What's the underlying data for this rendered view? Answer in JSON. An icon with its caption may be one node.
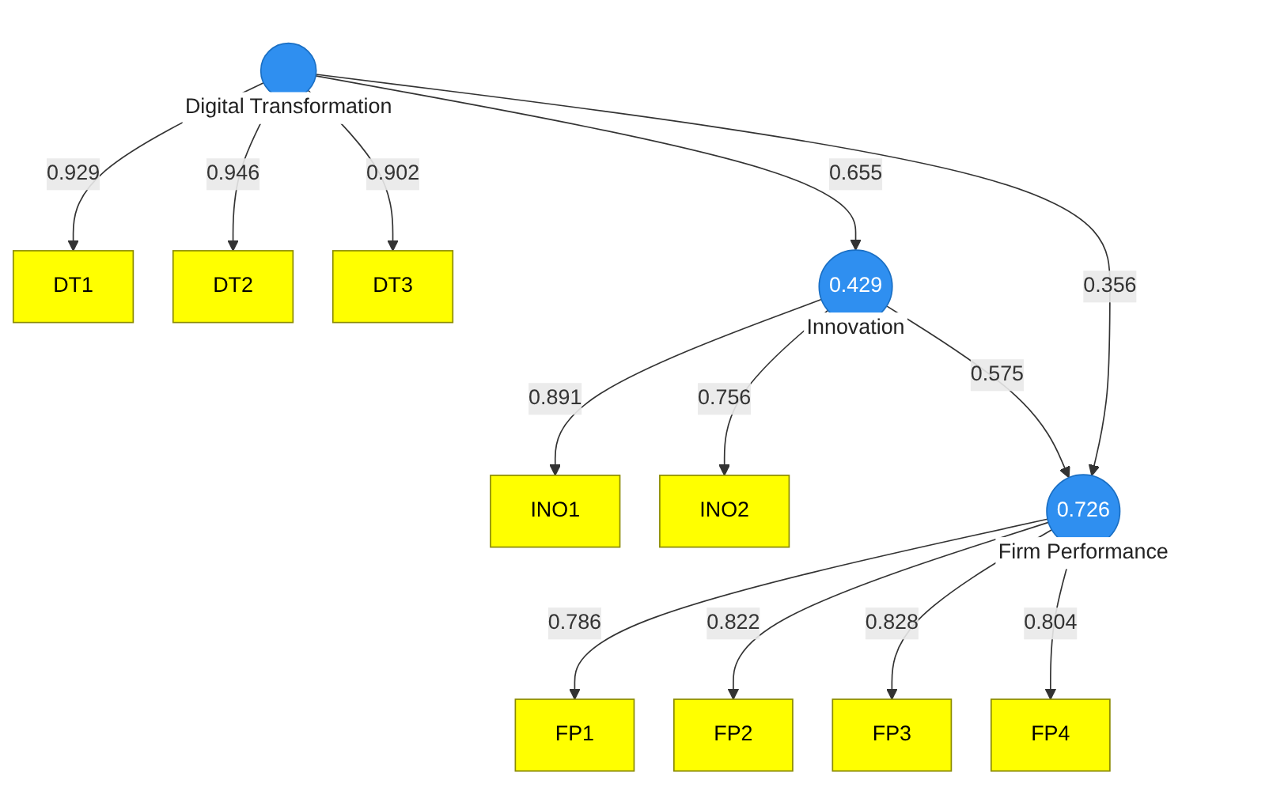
{
  "diagram": {
    "nodes": [
      {
        "text": [
          "DT1"
        ]
      },
      {
        "text": [
          "DT2"
        ]
      },
      {
        "text": [
          "DT3"
        ]
      },
      {
        "text": [],
        "shape": "circle",
        "beside": [
          "Digital Transformation"
        ]
      },
      {
        "text": [
          "INO1"
        ]
      },
      {
        "text": [
          "INO2"
        ]
      },
      {
        "text": [
          "0.429"
        ],
        "beside": [
          "Innovation"
        ]
      },
      {
        "text": [
          "0.726"
        ],
        "beside": [
          "Firm Performance"
        ]
      },
      {
        "text": [
          "FP1"
        ]
      },
      {
        "text": [
          "FP2"
        ]
      },
      {
        "text": [
          "FP3"
        ]
      },
      {
        "text": [
          "FP4"
        ]
      }
    ],
    "edges": [
      {
        "from": 3,
        "to": 0,
        "arrow": "to",
        "label": "0.929"
      },
      {
        "from": 3,
        "to": 1,
        "arrow": "to",
        "label": "0.946"
      },
      {
        "from": 3,
        "to": 2,
        "arrow": "to",
        "label": "0.902"
      },
      {
        "from": 3,
        "to": 6,
        "arrow": "to",
        "label": "0.655"
      },
      {
        "from": 3,
        "to": 7,
        "arrow": "to",
        "label": "0.356"
      },
      {
        "from": 6,
        "to": 4,
        "arrow": "to",
        "label": "0.891"
      },
      {
        "from": 6,
        "to": 5,
        "arrow": "to",
        "label": "0.756"
      },
      {
        "from": 6,
        "to": 7,
        "arrow": "to",
        "label": "0.575"
      },
      {
        "from": 7,
        "to": 8,
        "arrow": "to",
        "label": "0.786"
      },
      {
        "from": 7,
        "to": 9,
        "arrow": "to",
        "label": "0.822"
      },
      {
        "from": 7,
        "to": 10,
        "arrow": "to",
        "label": "0.828"
      },
      {
        "from": 7,
        "to": 11,
        "arrow": "to",
        "label": "0.804"
      }
    ]
  }
}
